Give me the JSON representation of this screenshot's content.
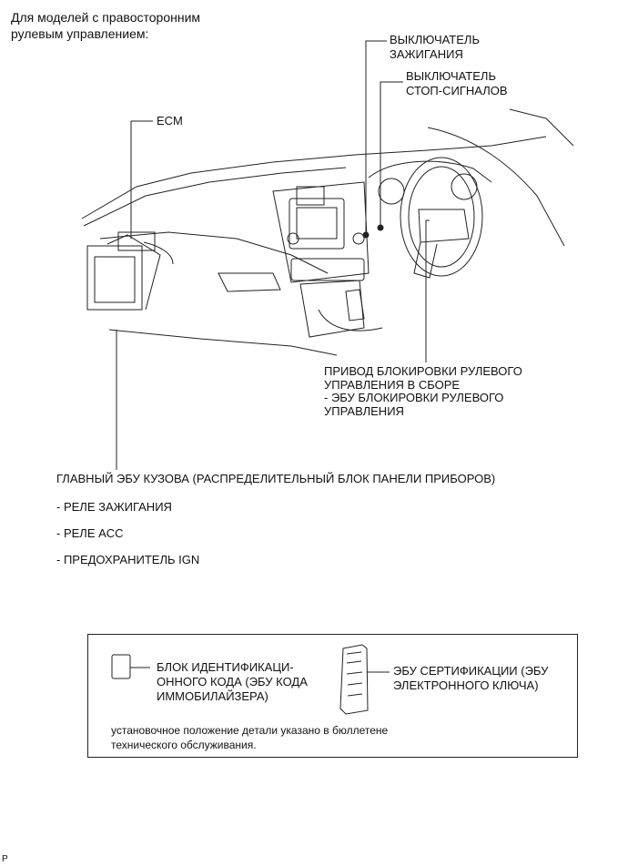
{
  "header": {
    "line1": "Для моделей с правосторонним",
    "line2": "рулевым управлением:"
  },
  "callouts": {
    "ignition_switch": [
      "ВЫКЛЮЧАТЕЛЬ",
      "ЗАЖИГАНИЯ"
    ],
    "stop_light_switch": [
      "ВЫКЛЮЧАТЕЛЬ",
      "СТОП-СИГНАЛОВ"
    ],
    "ecm": "ECM",
    "steering_lock": [
      "ПРИВОД БЛОКИРОВКИ РУЛЕВОГО",
      "УПРАВЛЕНИЯ В СБОРЕ",
      "- ЭБУ БЛОКИРОВКИ РУЛЕВОГО",
      "УПРАВЛЕНИЯ"
    ],
    "main_body_ecu": "ГЛАВНЫЙ ЭБУ КУЗОВА (РАСПРЕДЕЛИТЕЛЬНЫЙ БЛОК ПАНЕЛИ ПРИБОРОВ)",
    "sub_items": [
      "- РЕЛЕ ЗАЖИГАНИЯ",
      "- РЕЛЕ ACC",
      "- ПРЕДОХРАНИТЕЛЬ IGN"
    ]
  },
  "legend": {
    "id_code_box": [
      "БЛОК ИДЕНТИФИКАЦИ-",
      "ОННОГО КОДА (ЭБУ КОДА",
      "ИММОБИЛАЙЗЕРА)"
    ],
    "certification_ecu": [
      "ЭБУ СЕРТИФИКАЦИИ (ЭБУ",
      "ЭЛЕКТРОННОГО КЛЮЧА)"
    ],
    "note": [
      "установочное положение детали указано в бюллетене",
      "технического обслуживания."
    ]
  },
  "corner_mark": "P"
}
